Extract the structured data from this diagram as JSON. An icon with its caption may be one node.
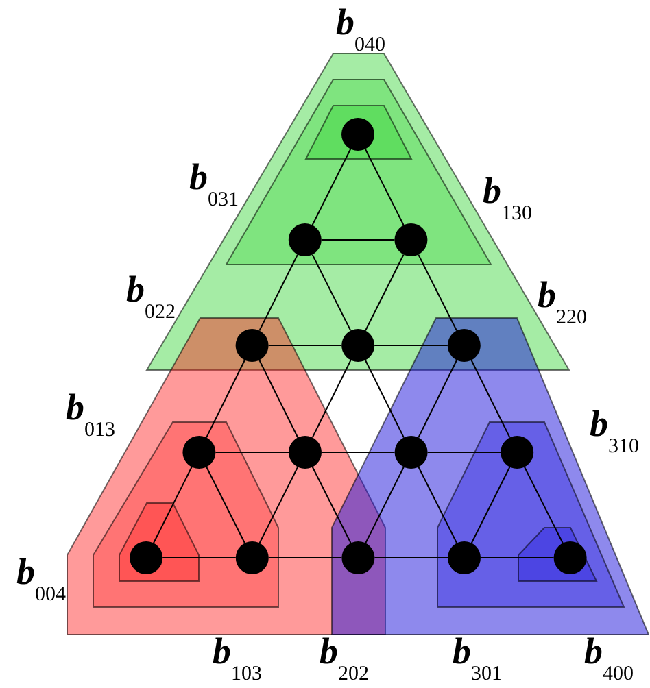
{
  "diagram": {
    "nodes": [
      {
        "text": [],
        "shape": "circle"
      },
      {
        "text": [],
        "shape": "circle"
      },
      {
        "text": [],
        "shape": "circle"
      },
      {
        "text": [],
        "shape": "circle"
      },
      {
        "text": [],
        "shape": "circle"
      },
      {
        "text": [],
        "shape": "circle"
      },
      {
        "text": [],
        "shape": "circle"
      },
      {
        "text": [],
        "shape": "circle"
      },
      {
        "text": [],
        "shape": "circle"
      },
      {
        "text": [],
        "shape": "circle"
      },
      {
        "text": [],
        "shape": "circle"
      },
      {
        "text": [],
        "shape": "circle"
      },
      {
        "text": [],
        "shape": "circle"
      },
      {
        "text": [],
        "shape": "circle"
      },
      {
        "text": [],
        "shape": "circle"
      }
    ],
    "edges": [
      {
        "from": 0,
        "to": 1,
        "arrow": "none"
      },
      {
        "from": 0,
        "to": 2,
        "arrow": "none"
      },
      {
        "from": 1,
        "to": 2,
        "arrow": "none"
      },
      {
        "from": 1,
        "to": 3,
        "arrow": "none"
      },
      {
        "from": 1,
        "to": 4,
        "arrow": "none"
      },
      {
        "from": 2,
        "to": 4,
        "arrow": "none"
      },
      {
        "from": 2,
        "to": 5,
        "arrow": "none"
      },
      {
        "from": 3,
        "to": 4,
        "arrow": "none"
      },
      {
        "from": 4,
        "to": 5,
        "arrow": "none"
      },
      {
        "from": 3,
        "to": 6,
        "arrow": "none"
      },
      {
        "from": 3,
        "to": 7,
        "arrow": "none"
      },
      {
        "from": 4,
        "to": 7,
        "arrow": "none"
      },
      {
        "from": 4,
        "to": 8,
        "arrow": "none"
      },
      {
        "from": 5,
        "to": 8,
        "arrow": "none"
      },
      {
        "from": 5,
        "to": 9,
        "arrow": "none"
      },
      {
        "from": 6,
        "to": 7,
        "arrow": "none"
      },
      {
        "from": 7,
        "to": 8,
        "arrow": "none"
      },
      {
        "from": 8,
        "to": 9,
        "arrow": "none"
      },
      {
        "from": 6,
        "to": 10,
        "arrow": "none"
      },
      {
        "from": 6,
        "to": 11,
        "arrow": "none"
      },
      {
        "from": 7,
        "to": 11,
        "arrow": "none"
      },
      {
        "from": 7,
        "to": 12,
        "arrow": "none"
      },
      {
        "from": 8,
        "to": 12,
        "arrow": "none"
      },
      {
        "from": 8,
        "to": 13,
        "arrow": "none"
      },
      {
        "from": 9,
        "to": 13,
        "arrow": "none"
      },
      {
        "from": 9,
        "to": 14,
        "arrow": "none"
      },
      {
        "from": 10,
        "to": 11,
        "arrow": "none"
      },
      {
        "from": 11,
        "to": 12,
        "arrow": "none"
      },
      {
        "from": 12,
        "to": 13,
        "arrow": "none"
      },
      {
        "from": 13,
        "to": 14,
        "arrow": "none"
      }
    ],
    "labels": [
      "*b*$_{040}$",
      "*b*$_{031}$",
      "*b*$_{130}$",
      "*b*$_{022}$",
      "*b*$_{220}$",
      "*b*$_{013}$",
      "*b*$_{310}$",
      "*b*$_{004}$",
      "*b*$_{103}$",
      "*b*$_{202}$",
      "*b*$_{301}$",
      "*b*$_{400}$"
    ]
  }
}
